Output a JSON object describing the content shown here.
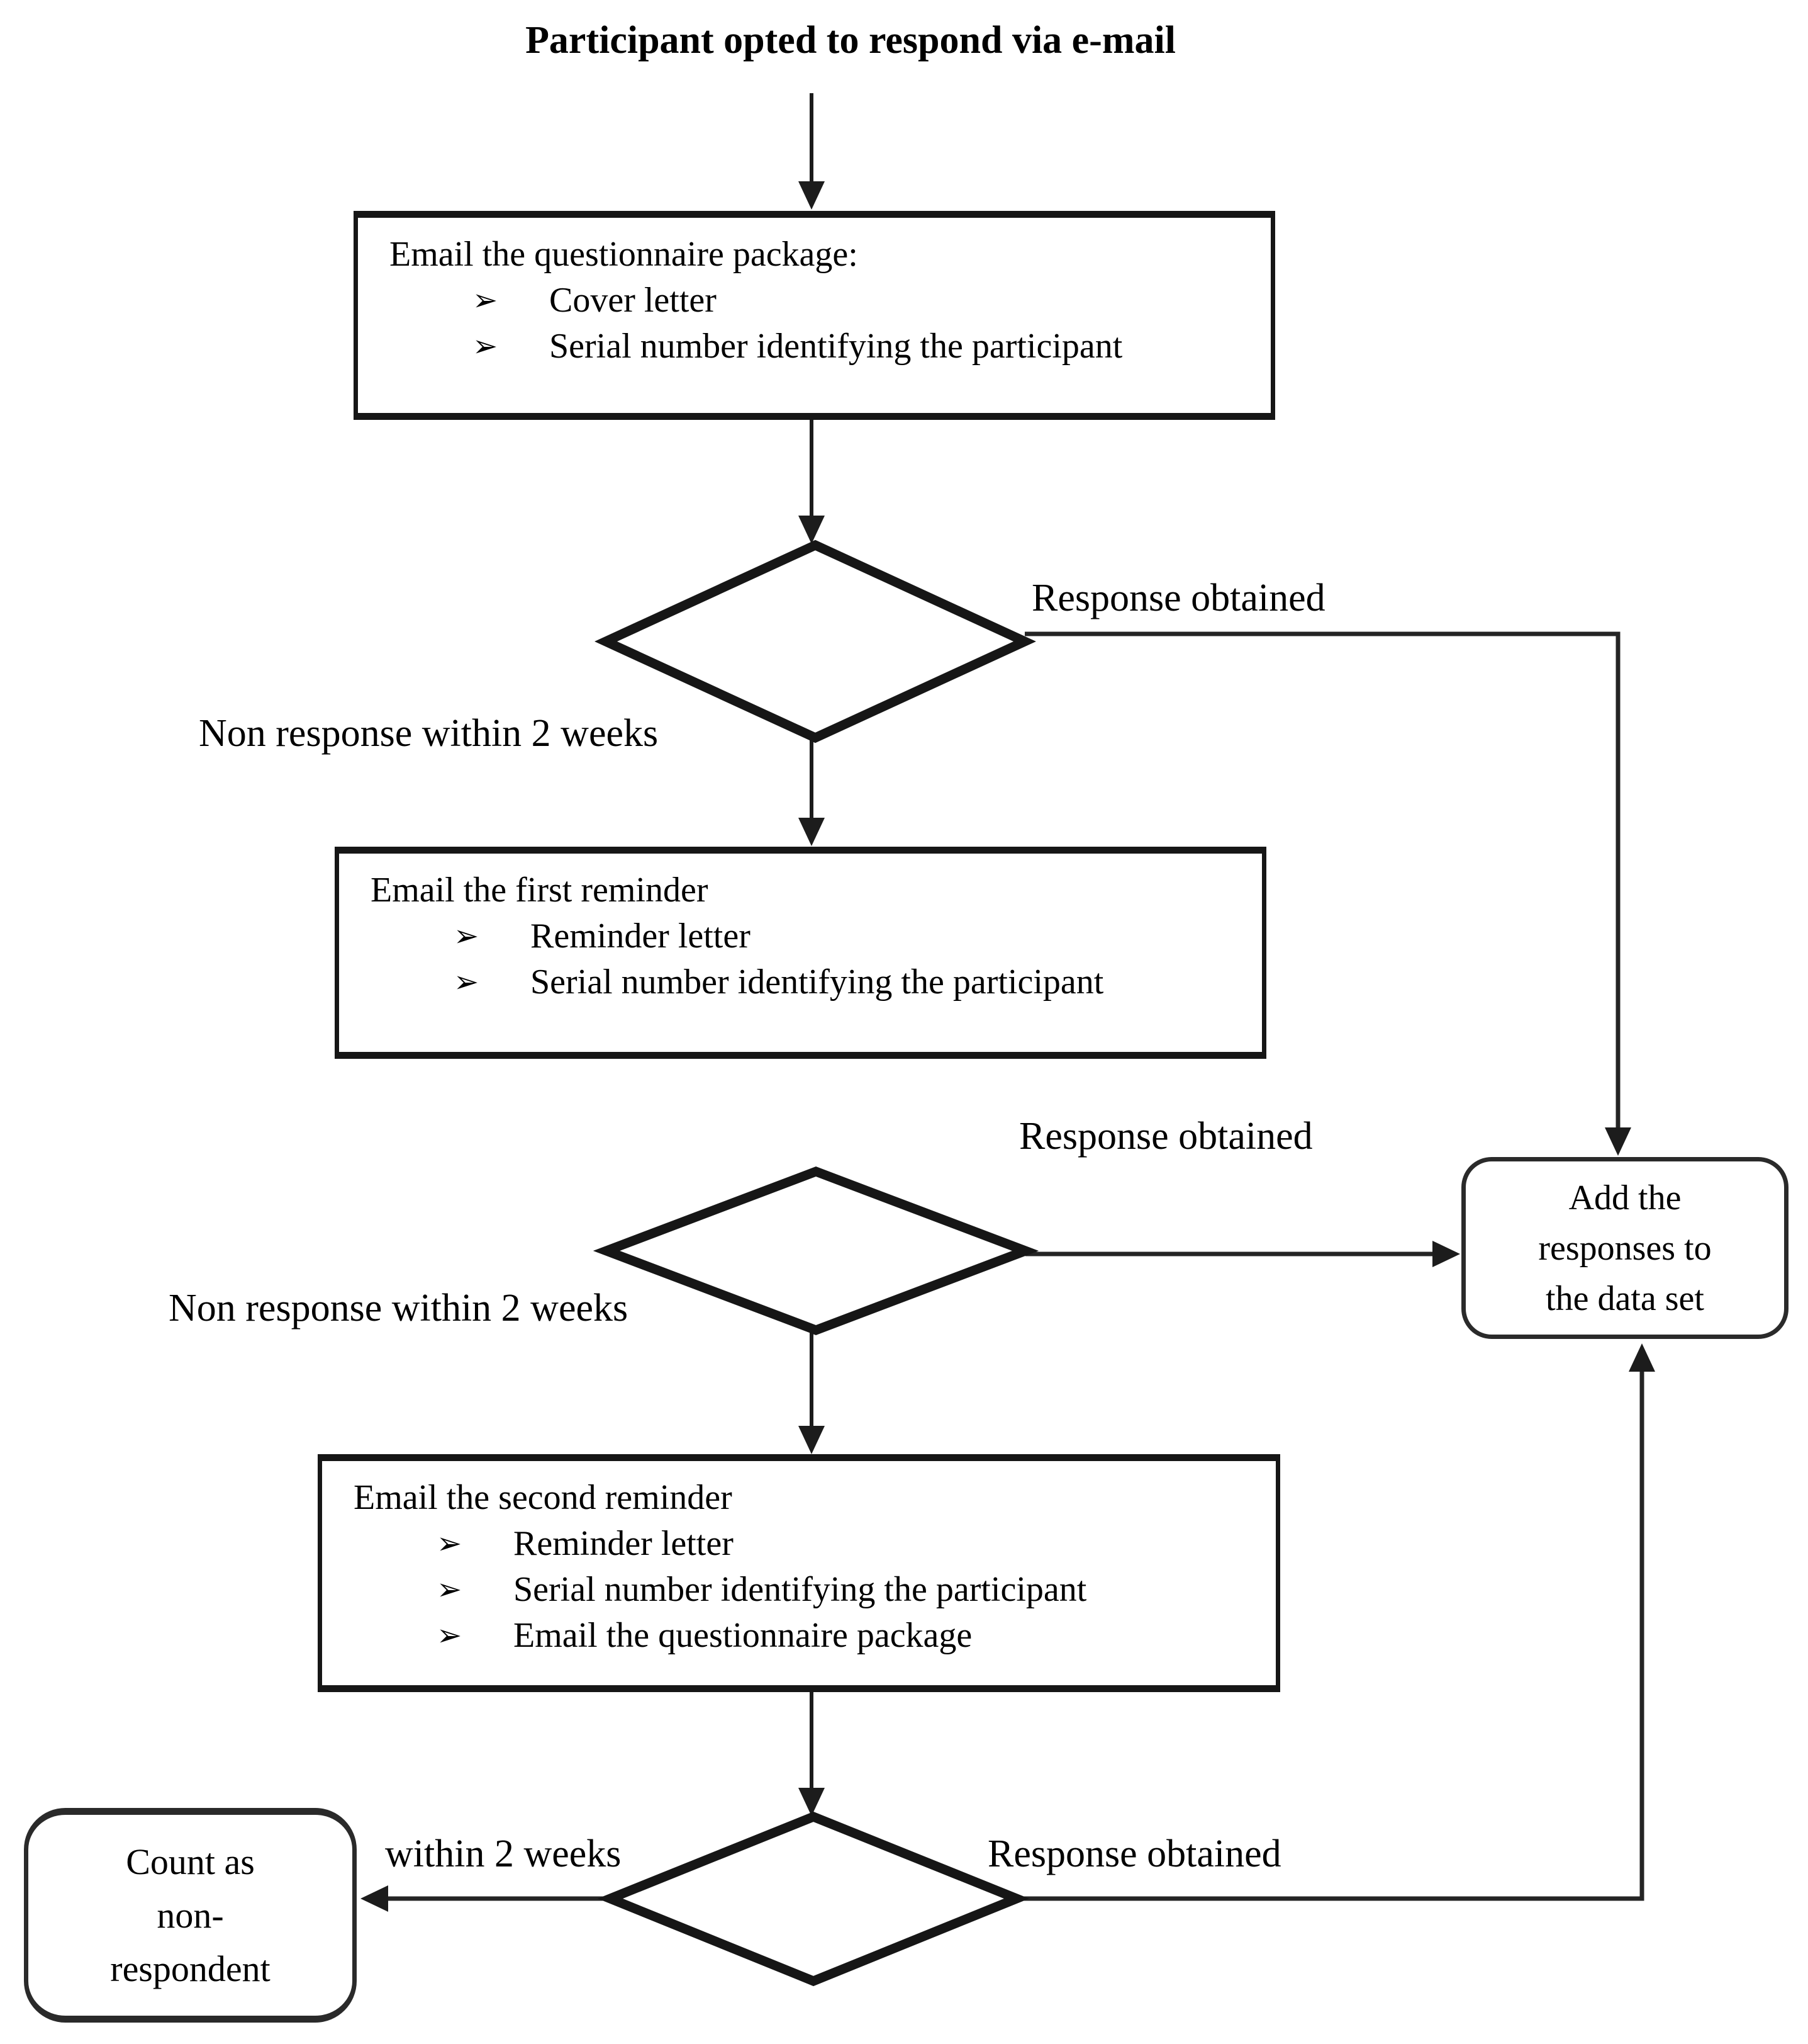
{
  "flowchart": {
    "title": "Participant opted to respond via e-mail",
    "bullet_glyph": "➢",
    "colors": {
      "line": "#1c1c1c",
      "shape_border": "#161616",
      "text": "#000000",
      "background": "#ffffff"
    },
    "boxes": {
      "questionnaire": {
        "heading": "Email the questionnaire package:",
        "items": [
          "Cover letter",
          "Serial number identifying the participant"
        ]
      },
      "first_reminder": {
        "heading": "Email the first reminder",
        "items": [
          "Reminder letter",
          "Serial number identifying the participant"
        ]
      },
      "second_reminder": {
        "heading": "Email the second reminder",
        "items": [
          "Reminder letter",
          "Serial number identifying the participant",
          "Email the questionnaire package"
        ]
      },
      "add_responses": {
        "lines": [
          "Add the",
          "responses to",
          "the data set"
        ]
      },
      "count_non_respondent": {
        "lines": [
          "Count as",
          "non-",
          "respondent"
        ]
      }
    },
    "labels": {
      "response_obtained_1": "Response obtained",
      "response_obtained_2": "Response obtained",
      "response_obtained_3": "Response obtained",
      "non_response_1": "Non response within 2 weeks",
      "non_response_2": "Non response within 2 weeks",
      "within_2_weeks": "within 2 weeks"
    },
    "decisions": [
      {
        "name": "decision-after-questionnaire"
      },
      {
        "name": "decision-after-first-reminder"
      },
      {
        "name": "decision-after-second-reminder"
      }
    ]
  }
}
